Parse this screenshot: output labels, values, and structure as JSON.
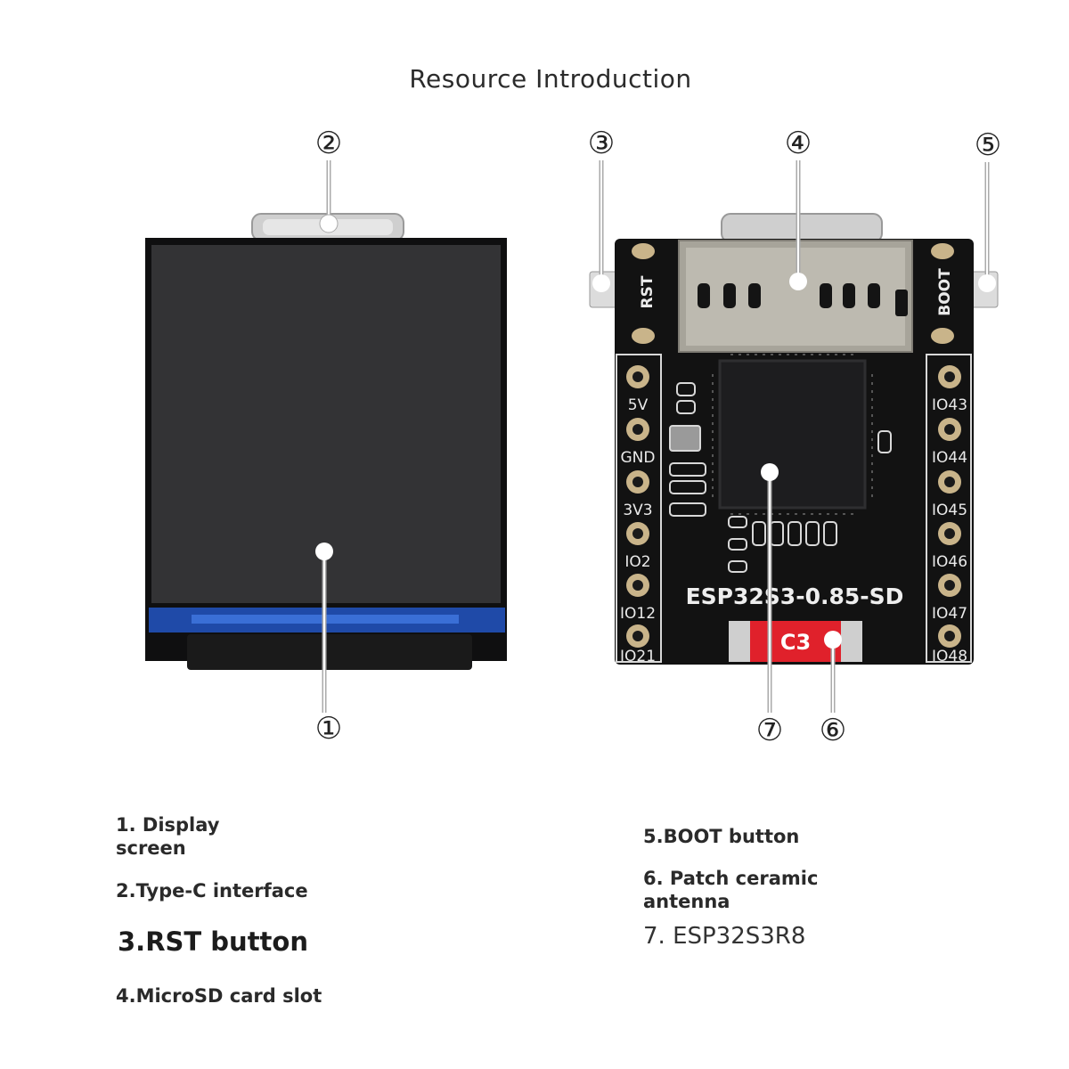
{
  "title": "Resource Introduction",
  "callouts": {
    "c1": "①",
    "c2": "②",
    "c3": "③",
    "c4": "④",
    "c5": "⑤",
    "c6": "⑥",
    "c7": "⑦"
  },
  "board": {
    "rst_label": "RST",
    "boot_label": "BOOT",
    "name_label": "ESP32S3-0.85-SD",
    "antenna_label": "C3",
    "left_pins": [
      "5V",
      "GND",
      "3V3",
      "IO2",
      "IO12",
      "IO21"
    ],
    "right_pins": [
      "IO43",
      "IO44",
      "IO45",
      "IO46",
      "IO47",
      "IO48"
    ]
  },
  "legend": {
    "item1": "1. Display screen",
    "item2": "2.Type-C interface",
    "item3": "3.RST button",
    "item4": "4.MicroSD card slot",
    "item5": "5.BOOT button",
    "item6": "6. Patch ceramic antenna",
    "item7": "7. ESP32S3R8"
  },
  "colors": {
    "pcb": "#121212",
    "screen": "#333335",
    "ribbon": "#1f4aa8",
    "antenna": "#e0212b",
    "gold": "#c9b48a"
  }
}
